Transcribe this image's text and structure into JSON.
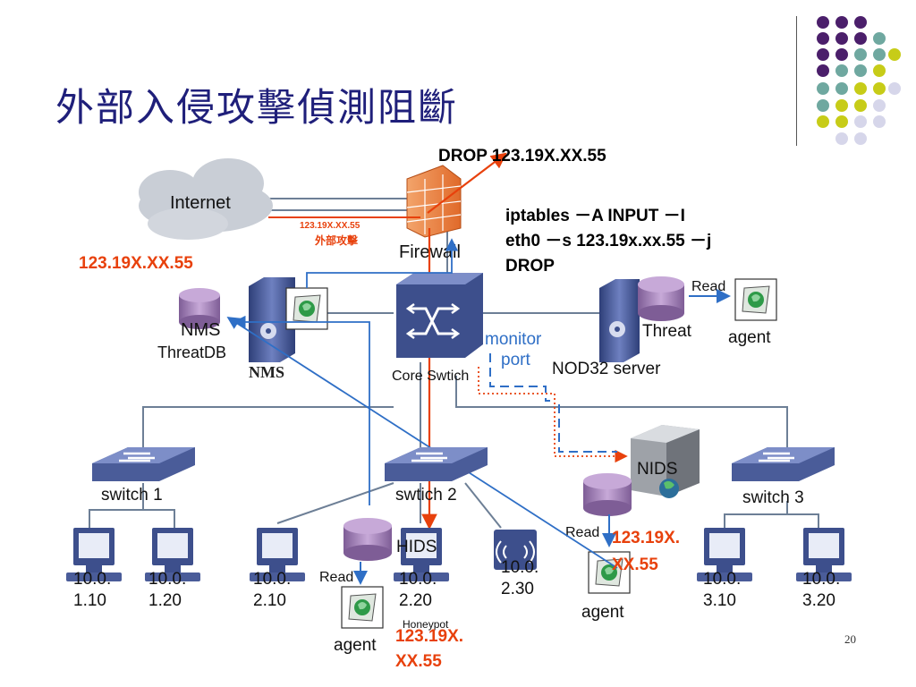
{
  "slide": {
    "title": "外部入侵攻擊偵測阻斷",
    "page_number": "20"
  },
  "annotations": {
    "drop_ip": "DROP 123.19X.XX.55",
    "iptables_line1": "iptables －A INPUT －I",
    "iptables_line2": "eth0 －s 123.19x.xx.55 －j",
    "iptables_line3": "DROP",
    "attacker_ip_left": "123.19X.XX.55",
    "attack_small_ip": "123.19X.XX.55",
    "attack_small_label": "外部攻擊",
    "nids_ip_line1": "123.19X.",
    "nids_ip_line2": "XX.55",
    "honeypot_ip_line1": "123.19X.",
    "honeypot_ip_line2": "XX.55"
  },
  "nodes": {
    "internet": "Internet",
    "firewall": "Firewall",
    "nms_db_line1": "NMS",
    "nms_db_line2": "ThreatDB",
    "nms_server": "NMS",
    "core_switch": "Core Swtich",
    "monitor_port_line1": "monitor",
    "monitor_port_line2": "port",
    "nod32_server": "NOD32 server",
    "threat_db": "Threat",
    "nod_read": "Read",
    "nod_agent": "agent",
    "nids": "NIDS",
    "nids_read": "Read",
    "nids_agent": "agent",
    "switch1": "switch 1",
    "switch2": "swtich 2",
    "switch3": "switch 3",
    "hids": "HIDS",
    "hids_read": "Read",
    "hids_agent": "agent",
    "honeypot": "Honeypot",
    "hosts": [
      {
        "line1": "10.0.",
        "line2": "1.10"
      },
      {
        "line1": "10.0.",
        "line2": "1.20"
      },
      {
        "line1": "10.0.",
        "line2": "2.10"
      },
      {
        "line1": "10.0.",
        "line2": "2.20"
      },
      {
        "line1": "10.0.",
        "line2": "2.30"
      },
      {
        "line1": "10.0.",
        "line2": "3.10"
      },
      {
        "line1": "10.0.",
        "line2": "3.20"
      }
    ]
  },
  "colors": {
    "title": "#1f1f7a",
    "attack_red": "#e8410c",
    "network_gray": "#6d7f96",
    "link_blue": "#2f6fc6",
    "device_blue": "#3d4f8c",
    "db_purple": "#9c7bb0",
    "dot_purple": "#4b1f6b",
    "dot_teal": "#6fa8a0",
    "dot_yellow": "#c7cc18",
    "dot_lavender": "#d6d6ea"
  }
}
